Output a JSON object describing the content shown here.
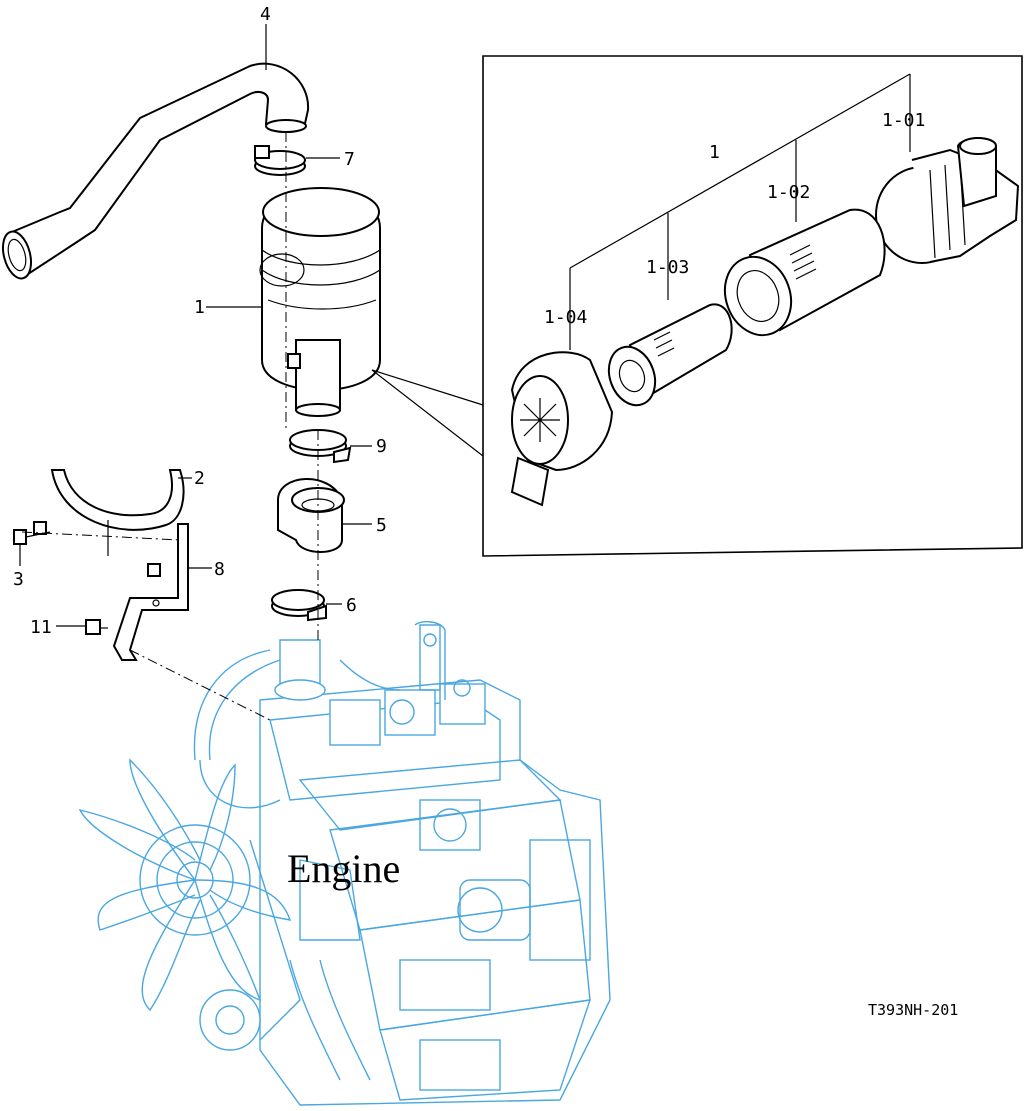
{
  "drawing": {
    "engine_label": "Engine",
    "code": "T393NH-201",
    "callouts": {
      "c1": "1",
      "c2": "2",
      "c3": "3",
      "c4": "4",
      "c5": "5",
      "c6": "6",
      "c7": "7",
      "c8": "8",
      "c9": "9",
      "c11": "11"
    },
    "detail_callouts": {
      "d1": "1",
      "d101": "1-01",
      "d102": "1-02",
      "d103": "1-03",
      "d104": "1-04"
    }
  },
  "colors": {
    "engine_line": "#4aa7e0",
    "part_line": "#000000"
  }
}
